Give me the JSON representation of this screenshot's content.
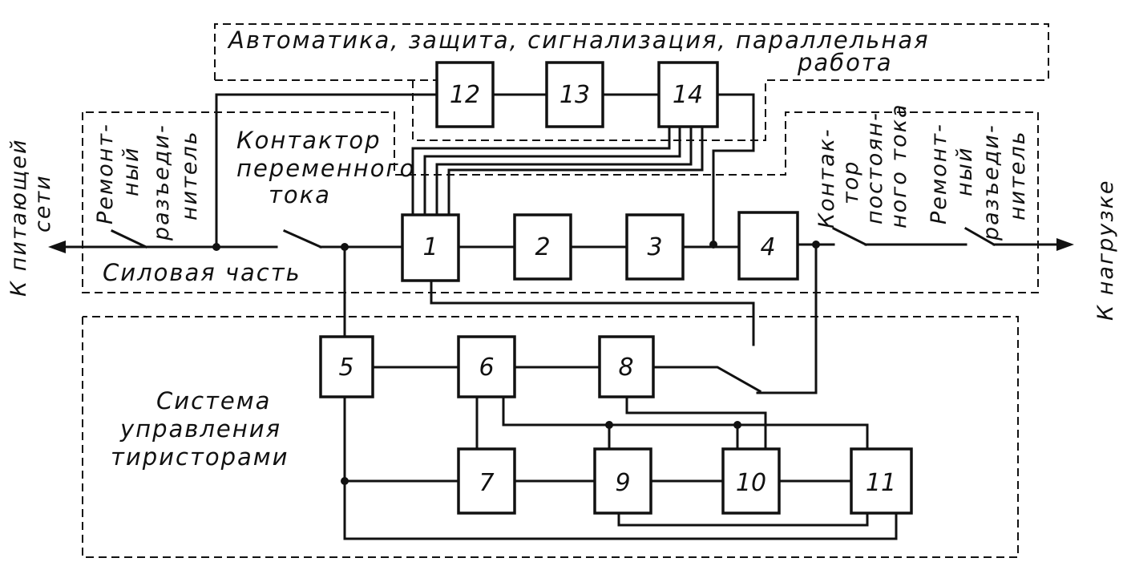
{
  "labels": {
    "automation": "Автоматика, защита, сигнализация, параллельная",
    "automation_2": "работа",
    "ac_contactor_1": "Контактор",
    "ac_contactor_2": "переменного",
    "ac_contactor_3": "тока",
    "power_part": "Силовая часть",
    "control_1": "Система",
    "control_2": "управления",
    "control_3": "тиристорами",
    "to_supply_1": "К питающей",
    "to_supply_2": "сети",
    "to_load": "К нагрузке",
    "repair_left_1": "Ремонт-",
    "repair_left_2": "ный",
    "repair_left_3": "разъеди-",
    "repair_left_4": "нитель",
    "dc_contactor_1": "Контак-",
    "dc_contactor_2": "тор",
    "dc_contactor_3": "постоян-",
    "dc_contactor_4": "ного тока",
    "repair_right_1": "Ремонт-",
    "repair_right_2": "ный",
    "repair_right_3": "разъеди-",
    "repair_right_4": "нитель"
  },
  "blocks": [
    "1",
    "2",
    "3",
    "4",
    "5",
    "6",
    "7",
    "8",
    "9",
    "10",
    "11",
    "12",
    "13",
    "14"
  ]
}
